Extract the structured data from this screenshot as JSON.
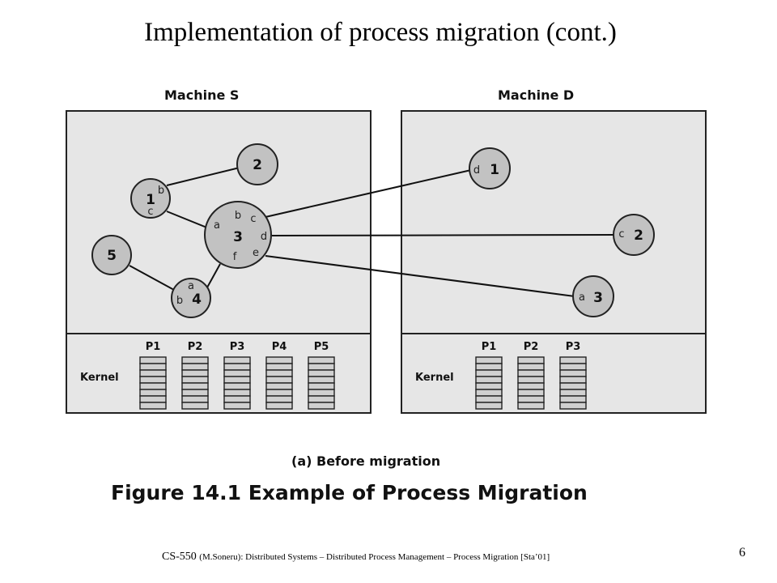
{
  "slide": {
    "title": "Implementation of process migration (cont.)",
    "page_number": "6",
    "footer_course": "CS-550",
    "footer_rest": "(M.Soneru): Distributed Systems – Distributed Process Management – Process Migration [Sta’01]"
  },
  "figure": {
    "subcaption": "(a) Before migration",
    "caption": "Figure 14.1  Example of Process Migration",
    "kernel_label": "Kernel",
    "machine_s": {
      "label": "Machine S",
      "processes": [
        {
          "id": "p2",
          "num": "2",
          "ports": []
        },
        {
          "id": "p1",
          "num": "1",
          "ports": [
            "b",
            "c"
          ]
        },
        {
          "id": "p3",
          "num": "3",
          "ports": [
            "a",
            "b",
            "c",
            "d",
            "e",
            "f"
          ]
        },
        {
          "id": "p5",
          "num": "5",
          "ports": []
        },
        {
          "id": "p4",
          "num": "4",
          "ports": [
            "a",
            "b"
          ]
        }
      ],
      "kernel_slots": [
        "P1",
        "P2",
        "P3",
        "P4",
        "P5"
      ]
    },
    "machine_d": {
      "label": "Machine D",
      "processes": [
        {
          "id": "p1",
          "num": "1",
          "ports": [
            "d"
          ]
        },
        {
          "id": "p2",
          "num": "2",
          "ports": [
            "c"
          ]
        },
        {
          "id": "p3",
          "num": "3",
          "ports": [
            "a"
          ]
        }
      ],
      "kernel_slots": [
        "P1",
        "P2",
        "P3"
      ]
    },
    "colors": {
      "panel": "#e6e6e6",
      "process": "#c2c2c2",
      "border": "#222222"
    }
  }
}
